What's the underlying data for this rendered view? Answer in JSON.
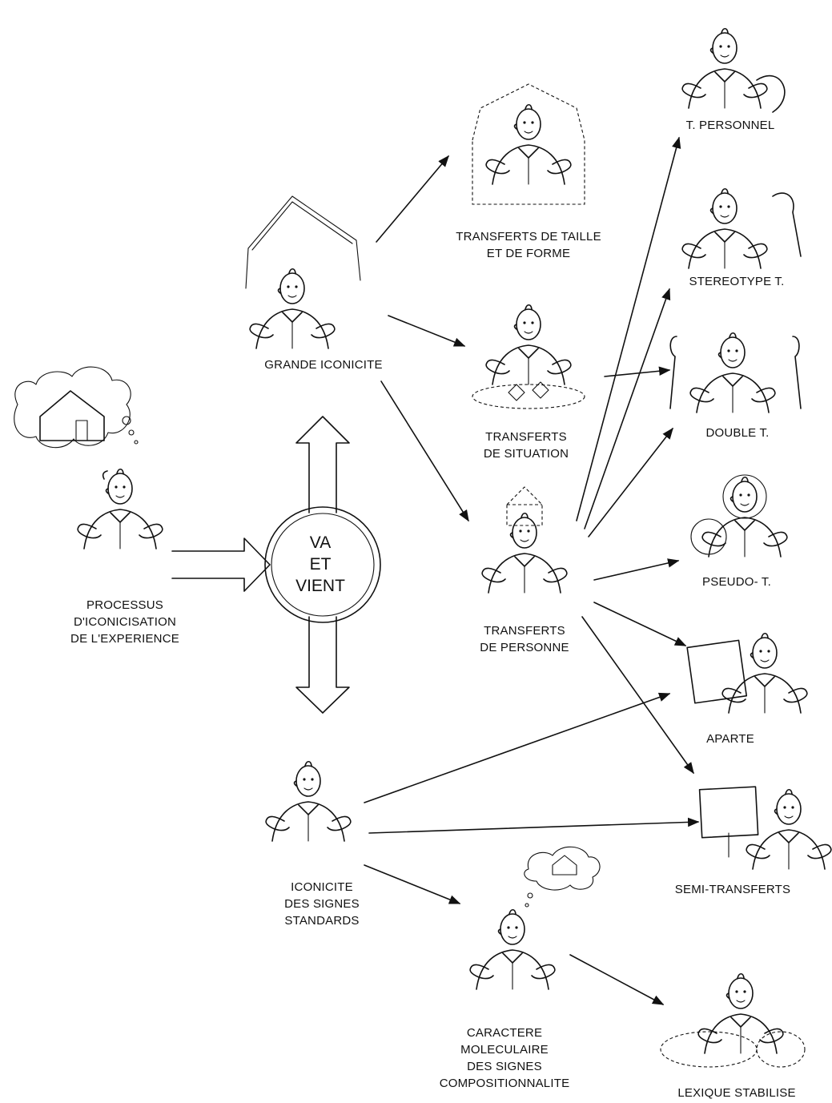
{
  "labels": {
    "processus": [
      "PROCESSUS",
      "D'ICONICISATION",
      "DE L'EXPERIENCE"
    ],
    "va_et_vient": [
      "VA",
      "ET",
      "VIENT"
    ],
    "grande_iconicite": [
      "GRANDE ICONICITE"
    ],
    "iconicite_signes": [
      "ICONICITE",
      "DES SIGNES",
      "STANDARDS"
    ],
    "transferts_taille": [
      "TRANSFERTS DE TAILLE",
      "ET DE FORME"
    ],
    "transferts_situation": [
      "TRANSFERTS",
      "DE SITUATION"
    ],
    "transferts_personne": [
      "TRANSFERTS",
      "DE PERSONNE"
    ],
    "caractere": [
      "CARACTERE",
      "MOLECULAIRE",
      "DES SIGNES",
      "COMPOSITIONNALITE"
    ],
    "t_personnel": [
      "T. PERSONNEL"
    ],
    "stereotype": [
      "STEREOTYPE T."
    ],
    "double": [
      "DOUBLE T."
    ],
    "pseudo": [
      "PSEUDO- T."
    ],
    "aparte": [
      "APARTE"
    ],
    "semi_transferts": [
      "SEMI-TRANSFERTS"
    ],
    "lexique": [
      "LEXIQUE STABILISE"
    ]
  },
  "icons": [
    "thinking-person-icon",
    "house-thought-icon",
    "gesturing-person-icon"
  ],
  "colors": {
    "ink": "#111111",
    "background": "#ffffff"
  }
}
